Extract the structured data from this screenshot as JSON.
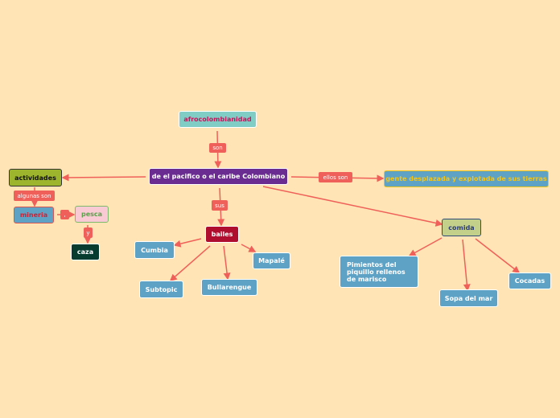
{
  "nodes": {
    "afro": "afrocolombianidad",
    "main": "de el pacifico o el caribe Colombiano",
    "actividades": "actividades",
    "mineria": "mineria",
    "pesca": "pesca",
    "caza": "caza",
    "gente": "gente desplazada y explotada de sus tierras",
    "comida": "comida",
    "bailes": "bailes",
    "cumbia": "Cumbia",
    "mapale": "Mapalé",
    "subtopic": "Subtopic",
    "bullarengue": "Bullarengue",
    "pimientos": "Pimientos del piquillo rellenos de marisco",
    "sopa": "Sopa del mar",
    "cocadas": "Cocadas"
  },
  "links": {
    "son": "son",
    "algunas_son": "algunas son",
    "comma": ",",
    "y": "y",
    "ellos_son": "ellos son",
    "sus": "sus"
  },
  "colors": {
    "edge": "#f0605a"
  }
}
